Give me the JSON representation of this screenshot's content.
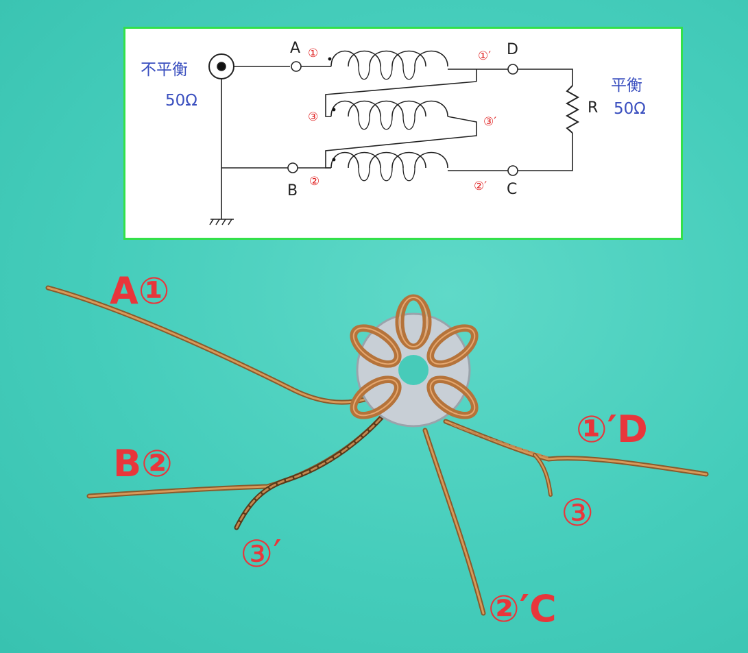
{
  "schematic": {
    "unbalanced_label": "不平衡",
    "unbalanced_impedance": "50Ω",
    "balanced_label": "平衡",
    "balanced_impedance": "50Ω",
    "resistor_label": "R",
    "terminals": {
      "a": "A",
      "b": "B",
      "c": "C",
      "d": "D"
    },
    "winding_marks": {
      "w1": "①",
      "w1p": "①′",
      "w2": "②",
      "w2p": "②′",
      "w3": "③",
      "w3p": "③′"
    }
  },
  "photo_labels": {
    "a1": "A①",
    "b2": "B②",
    "w3p": "③′",
    "w1pD": "①′D",
    "w3": "③",
    "w2pC": "②′C"
  },
  "colors": {
    "background": "#45cdbb",
    "frame": "#33e04a",
    "wire": "#b97a3e",
    "label_red": "#e8363b",
    "label_blue": "#3a4fbf",
    "core": "#c8cfd6"
  }
}
